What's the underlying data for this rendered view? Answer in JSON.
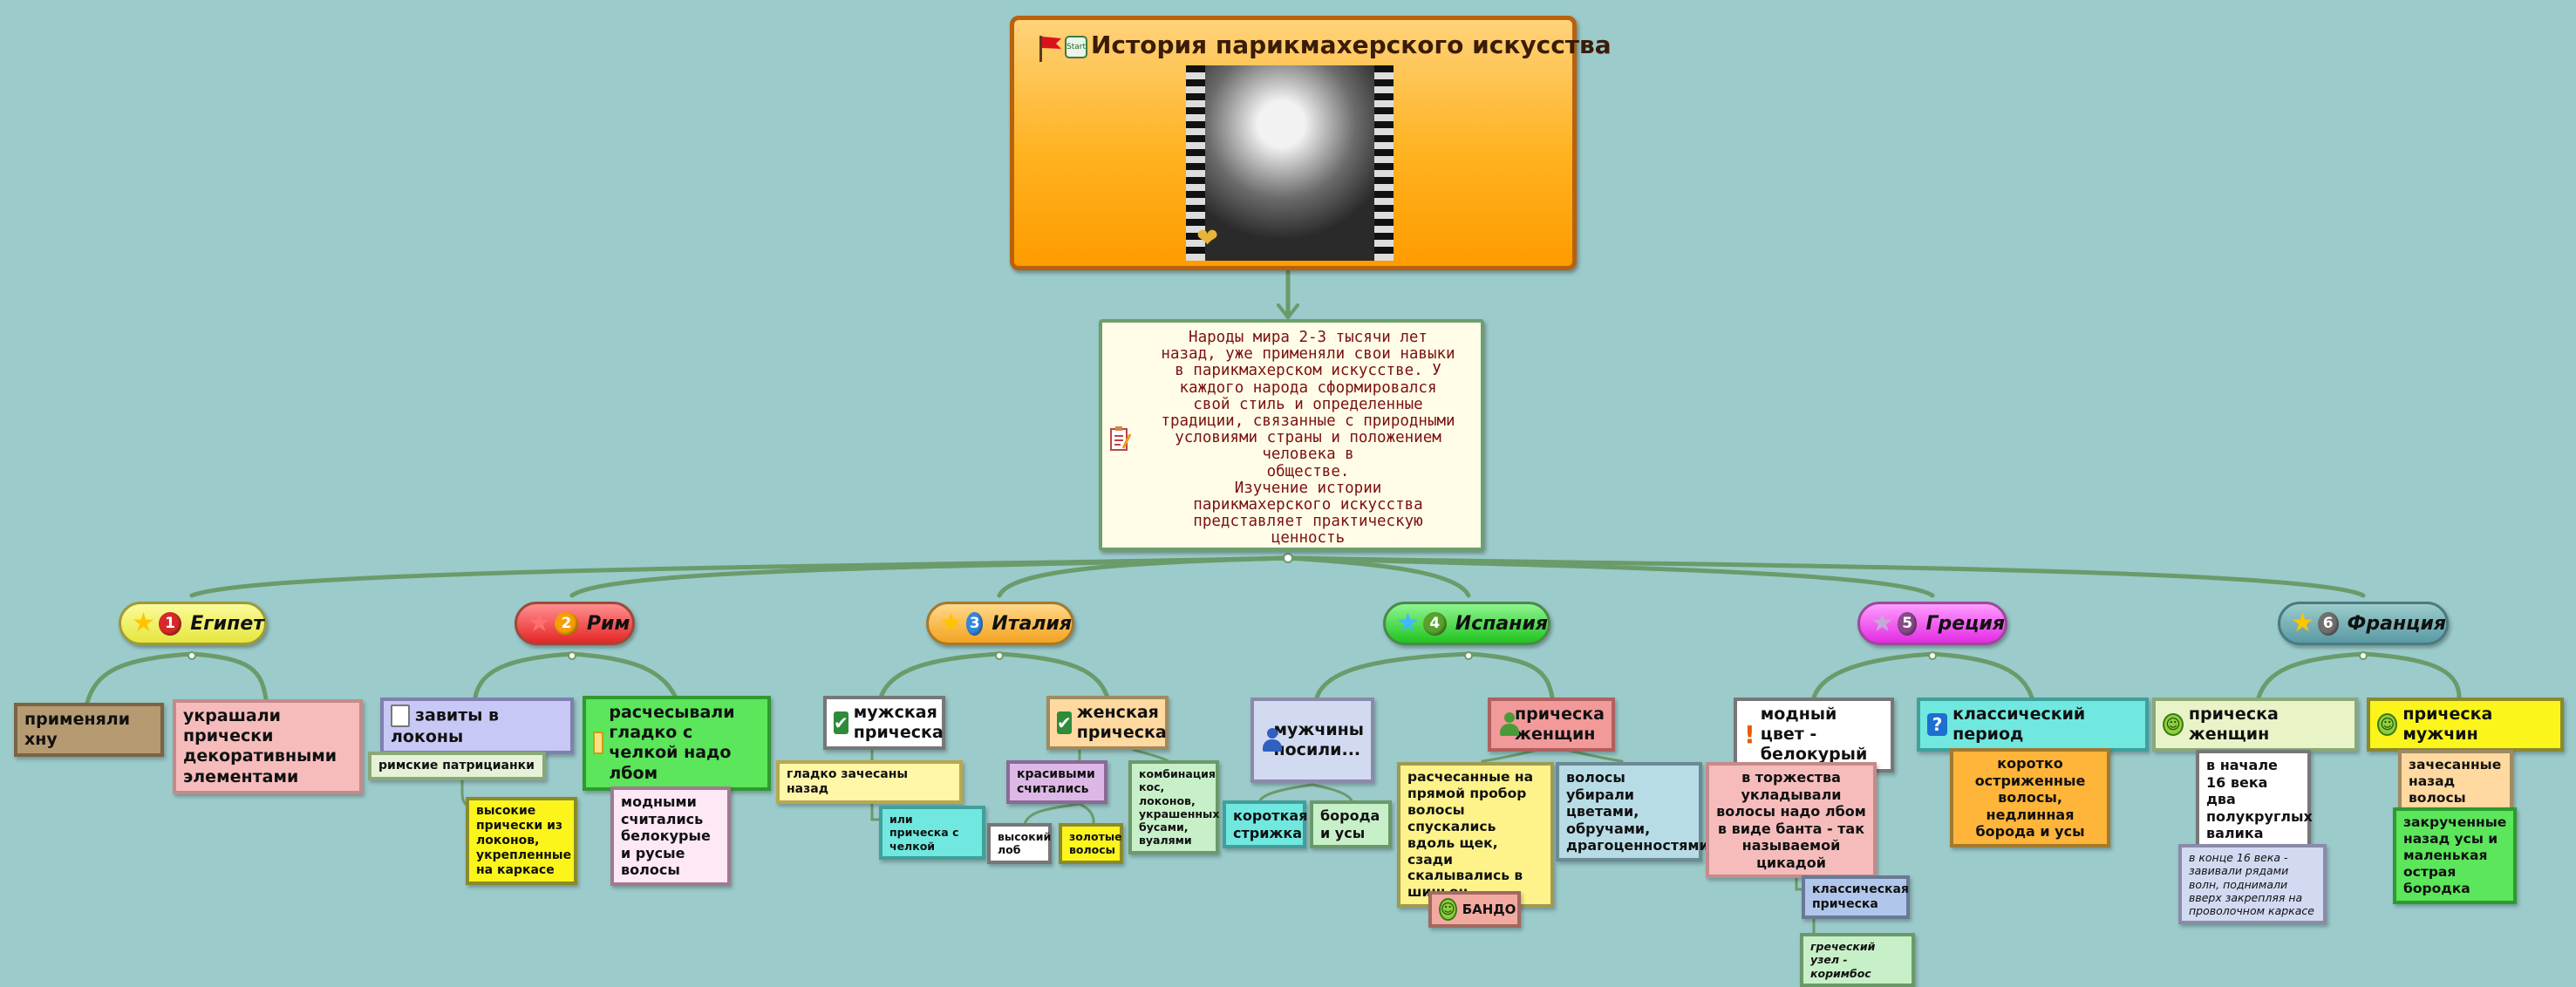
{
  "root": {
    "title": "История парикмахерского искусства",
    "start_label": "Start",
    "icons": [
      "flag-icon",
      "start-icon"
    ],
    "photo": "black-and-white-portrait-filmstrip"
  },
  "description": "Народы мира 2-3 тысячи лет\nназад, уже применяли свои навыки\nв парикмахерском искусстве. У\nкаждого народа сформировался\nсвой стиль и определенные\nтрадиции, связанные с природными\nусловиями страны и положением\nчеловека в\nобществе.\nИзучение истории\nпарикмахерского искусства\nпредставляет практическую\nценность",
  "topics": [
    {
      "label": "Египет",
      "number": "1"
    },
    {
      "label": "Рим",
      "number": "2"
    },
    {
      "label": "Италия",
      "number": "3"
    },
    {
      "label": "Испания",
      "number": "4"
    },
    {
      "label": "Греция",
      "number": "5"
    },
    {
      "label": "Франция",
      "number": "6"
    }
  ],
  "egypt": {
    "henna": "применяли хну",
    "decor": "украшали прически декоративными элементами"
  },
  "rome": {
    "curls": "завиты в локоны",
    "patricians": "римские патрицианки",
    "high": "высокие прически из локонов, укрепленные на каркасе",
    "smooth": "расчесывали гладко с челкой надо лбом",
    "fashion": "модными считались белокурые и русые волосы"
  },
  "italy": {
    "male": "мужская прическа",
    "male_combed": "гладко зачесаны назад",
    "male_or": "или прическа с челкой",
    "female": "женская прическа",
    "beautiful": "красивыми считались",
    "high_forehead": "высокий лоб",
    "golden": "золотые волосы",
    "combo": "комбинация кос, локонов, украшенных бусами, вуалями"
  },
  "spain": {
    "men": "мужчины носили...",
    "short": "короткая стрижка",
    "beard": "борода и усы",
    "women": "прическа женщин",
    "parted": "расчесанные на прямой пробор волосы спускались вдоль щек, сзади скалывались в шиньон",
    "bando": "БАНДО",
    "flowers": "волосы убирали цветами, обручами, драгоценностями"
  },
  "greece": {
    "color": "модный цвет - белокурый",
    "bow": "в торжества укладывали волосы надо лбом в виде банта - так называемой цикадой",
    "classic_hair": "классическая прическа",
    "knot": "греческий узел - коримбос",
    "classic_period": "классический период",
    "short_hair": "коротко остриженные волосы, недлинная борода и усы"
  },
  "france": {
    "women": "прическа женщин",
    "rollers": "в начале 16 века два полукруглых валика",
    "late": "в конце 16 века - завивали рядами волн, поднимали вверх закрепляя на проволочном каркасе",
    "men": "прическа мужчин",
    "combed_back": "зачесанные назад волосы",
    "mustache": "закрученные назад усы и маленькая острая бородка"
  }
}
